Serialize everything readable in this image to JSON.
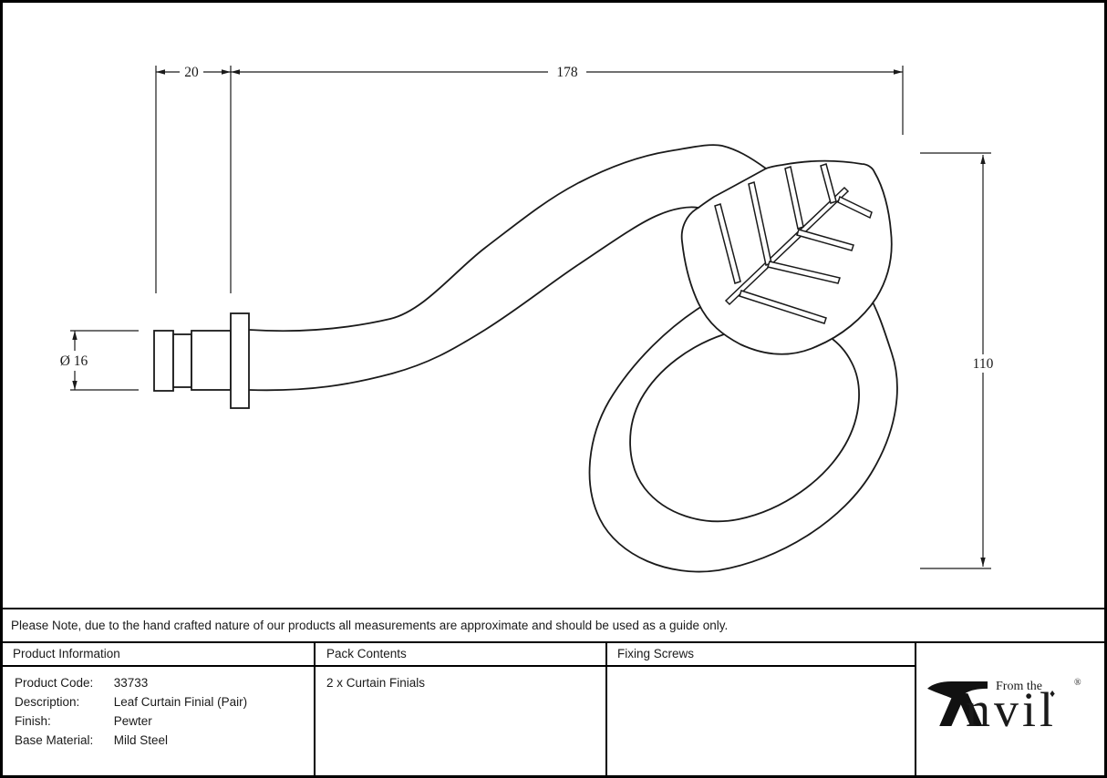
{
  "drawing": {
    "dimensions": {
      "shank_length": "20",
      "overall_length": "178",
      "overall_height": "110",
      "diameter": "Ø 16"
    }
  },
  "note": {
    "text": "Please Note, due to the hand crafted nature of our products all measurements are approximate and should be used as a guide only."
  },
  "table": {
    "headers": {
      "product_information": "Product Information",
      "pack_contents": "Pack Contents",
      "fixing_screws": "Fixing Screws"
    },
    "product_information": {
      "rows": [
        {
          "label": "Product Code:",
          "value": "33733"
        },
        {
          "label": "Description:",
          "value": "Leaf Curtain Finial (Pair)"
        },
        {
          "label": "Finish:",
          "value": "Pewter"
        },
        {
          "label": "Base Material:",
          "value": "Mild Steel"
        }
      ]
    },
    "pack_contents_value": "2 x Curtain Finials",
    "fixing_screws_value": ""
  },
  "logo": {
    "from_the": "From the",
    "anvil_suffix": "nvil",
    "diamond": "♦",
    "registered": "®"
  },
  "colors": {
    "ink": "#1a1a1a",
    "paper": "#ffffff"
  }
}
